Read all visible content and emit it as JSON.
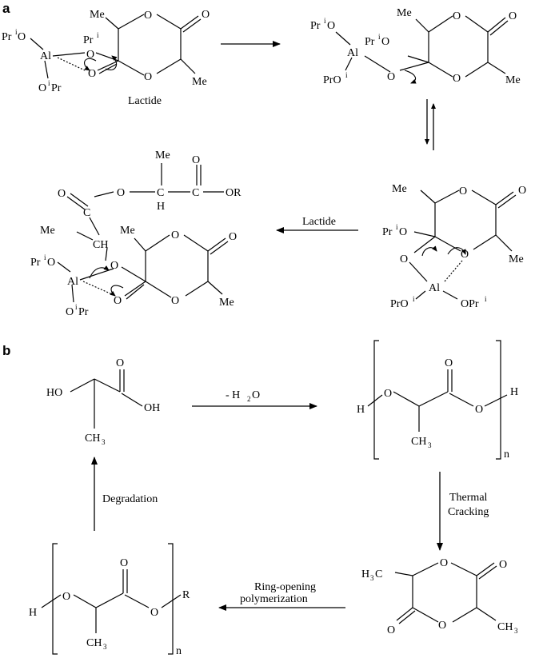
{
  "panels": {
    "a": "a",
    "b": "b"
  },
  "atoms": {
    "me": "Me",
    "o": "O",
    "al": "Al",
    "pr": "Pr",
    "i": "i",
    "pro": "PrO",
    "opr": "OPr",
    "pr_i_o": "Pr",
    "h": "H",
    "c": "C",
    "ch": "CH",
    "r": "R",
    "or": "OR",
    "ho": "HO",
    "oh": "OH",
    "ch3": "CH",
    "h3c": "H",
    "three": "3",
    "n": "n"
  },
  "labels": {
    "lactide_under": "Lactide",
    "lactide_arrow": "Lactide",
    "minus_water": "- H",
    "water_sub": "2",
    "water_o": "O",
    "degradation": "Degradation",
    "thermal": "Thermal",
    "cracking": "Cracking",
    "ring_opening": "Ring-opening",
    "polymerization": "polymerization"
  }
}
